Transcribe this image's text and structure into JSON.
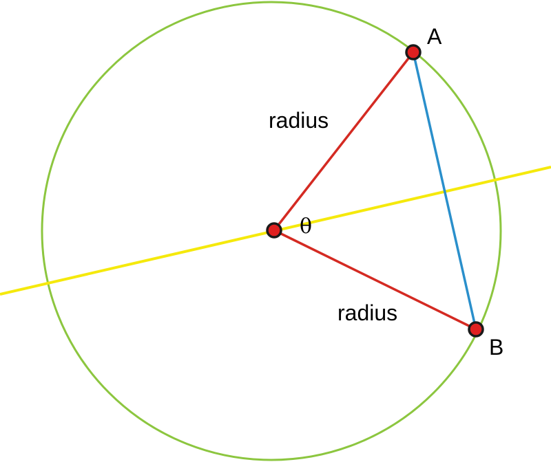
{
  "labels": {
    "point_a": "A",
    "point_b": "B",
    "angle": "θ",
    "radius_top": "radius",
    "radius_bottom": "radius"
  },
  "colors": {
    "circle": "#8cc63f",
    "diameter_line": "#f5e90c",
    "radius": "#d42a22",
    "chord": "#2a8fcb",
    "point_fill": "#e02020",
    "point_stroke": "#1a1a1a"
  }
}
